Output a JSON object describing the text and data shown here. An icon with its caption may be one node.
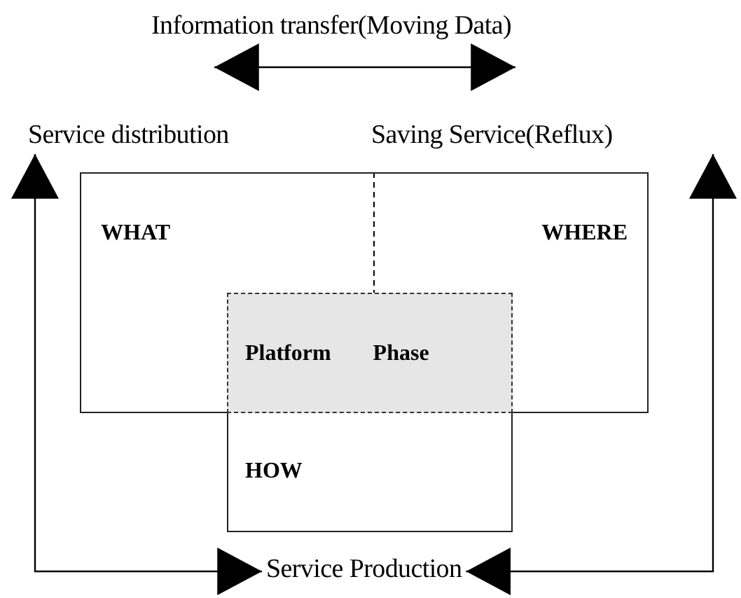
{
  "diagram": {
    "nodes": [
      {
        "text": [
          "Service distribution"
        ]
      },
      {
        "text": [
          "Saving Service(Reflux)"
        ]
      },
      {
        "text": [
          "WHAT",
          "WHERE"
        ]
      },
      {
        "text": [
          "Platform Phase"
        ],
        "in": 2
      },
      {
        "text": [
          "HOW"
        ]
      },
      {
        "text": [
          "Service Production"
        ]
      }
    ],
    "edges": [
      {
        "from": 5,
        "to": 0,
        "arrow": "both"
      },
      {
        "from": 5,
        "to": 1,
        "arrow": "both"
      }
    ],
    "labels": [
      "Information transfer(Moving Data)"
    ]
  }
}
